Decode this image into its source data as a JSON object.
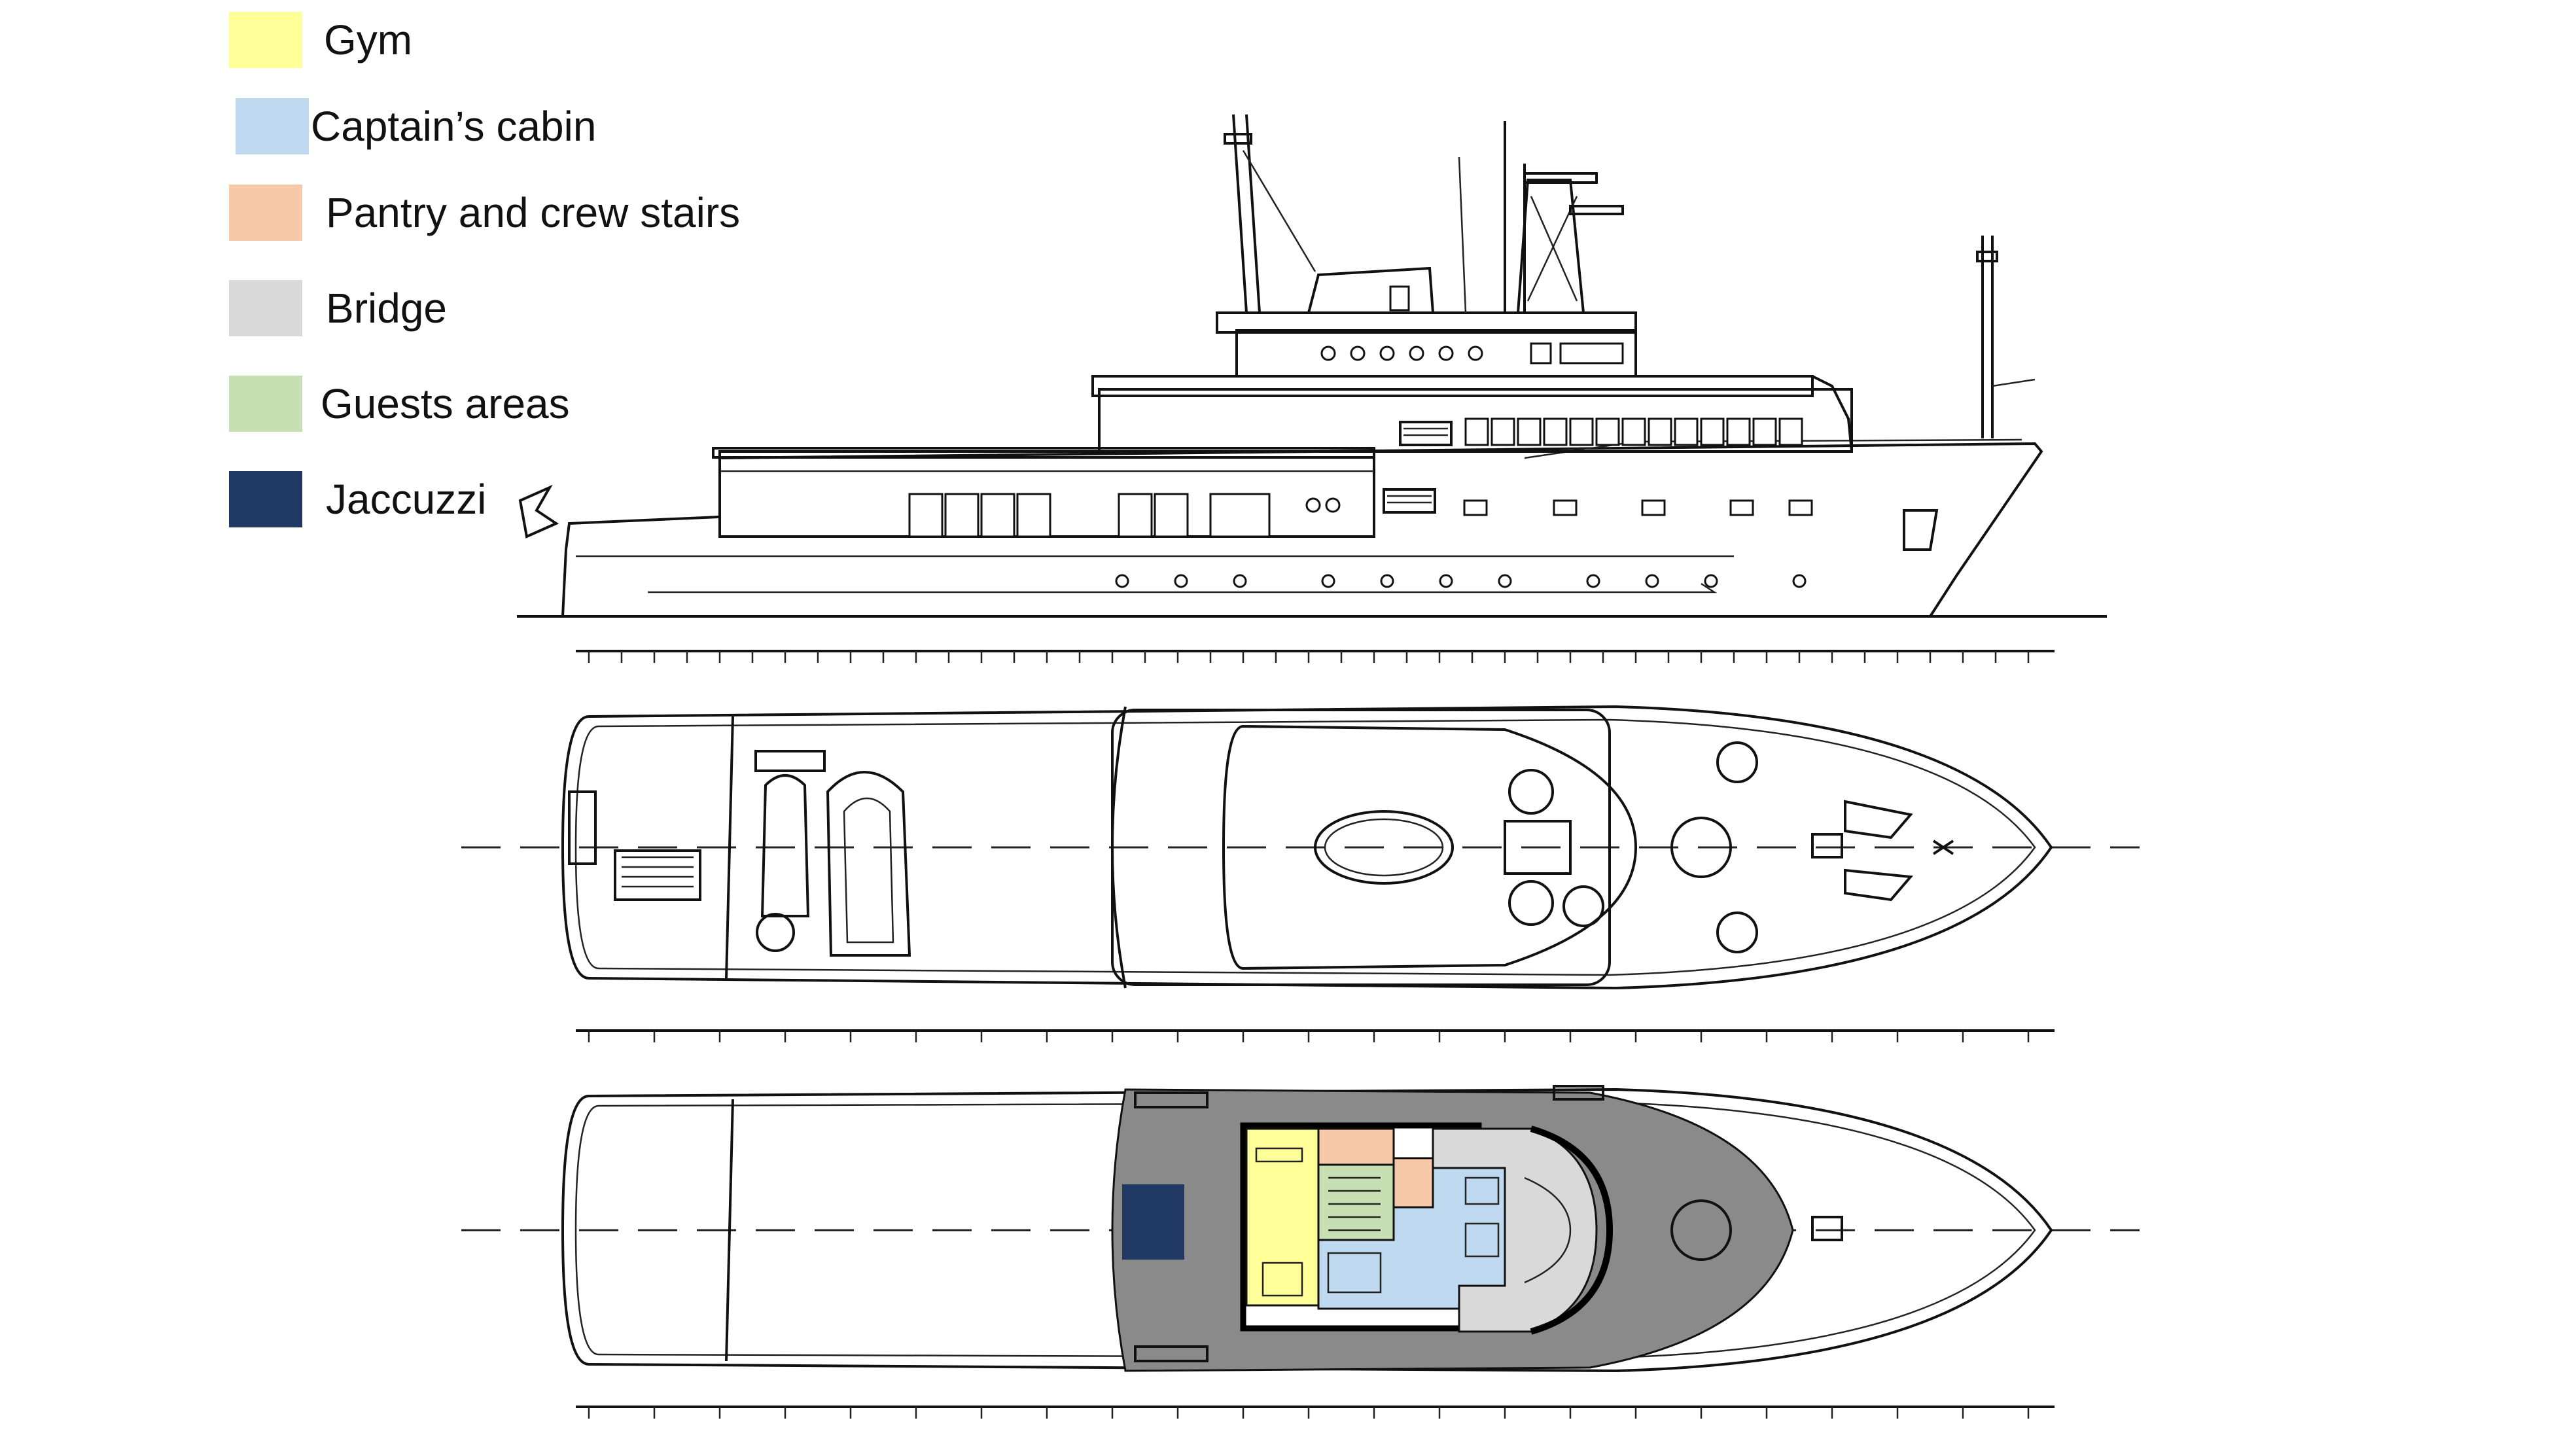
{
  "legend": [
    {
      "label": "Gym",
      "color": "#FFFF99"
    },
    {
      "label": "Captain’s cabin",
      "color": "#BFD9F0"
    },
    {
      "label": "Pantry and crew stairs",
      "color": "#F8C9A8"
    },
    {
      "label": "Bridge",
      "color": "#D9D9D9"
    },
    {
      "label": "Guests areas",
      "color": "#C6E0B4"
    },
    {
      "label": "Jaccuzzi",
      "color": "#1F3864"
    }
  ],
  "views": {
    "profile": "side-elevation",
    "top_plan": "upper-deck-plan",
    "bridge_plan": "bridge-deck-plan"
  },
  "icons": [
    "flag-icon"
  ]
}
